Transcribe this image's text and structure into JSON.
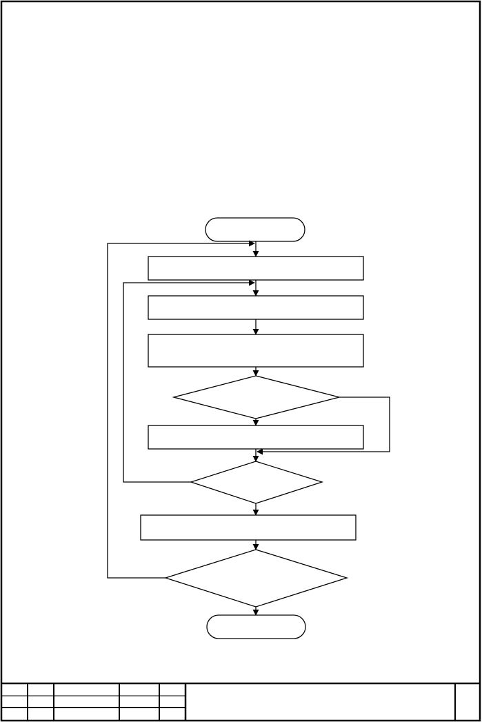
{
  "diagram": {
    "type": "flowchart",
    "nodes": [
      {
        "id": "start",
        "shape": "terminator",
        "label": ""
      },
      {
        "id": "step1",
        "shape": "process",
        "label": ""
      },
      {
        "id": "step2",
        "shape": "process",
        "label": ""
      },
      {
        "id": "step3",
        "shape": "process",
        "label": ""
      },
      {
        "id": "decision1",
        "shape": "decision",
        "label": ""
      },
      {
        "id": "step4",
        "shape": "process",
        "label": ""
      },
      {
        "id": "decision2",
        "shape": "decision",
        "label": ""
      },
      {
        "id": "step5",
        "shape": "process",
        "label": ""
      },
      {
        "id": "decision3",
        "shape": "decision",
        "label": ""
      },
      {
        "id": "end",
        "shape": "terminator",
        "label": ""
      }
    ],
    "edges": [
      {
        "from": "start",
        "to": "step1"
      },
      {
        "from": "step1",
        "to": "step2"
      },
      {
        "from": "step2",
        "to": "step3"
      },
      {
        "from": "step3",
        "to": "decision1"
      },
      {
        "from": "decision1",
        "to": "step4"
      },
      {
        "from": "decision1",
        "to": "decision2",
        "route": "bypass-right"
      },
      {
        "from": "step4",
        "to": "decision2"
      },
      {
        "from": "decision2",
        "to": "step2",
        "route": "loop-left"
      },
      {
        "from": "decision2",
        "to": "step5"
      },
      {
        "from": "step5",
        "to": "decision3"
      },
      {
        "from": "decision3",
        "to": "step1",
        "route": "loop-left"
      },
      {
        "from": "decision3",
        "to": "end"
      }
    ]
  },
  "title_block": {
    "cells": []
  }
}
